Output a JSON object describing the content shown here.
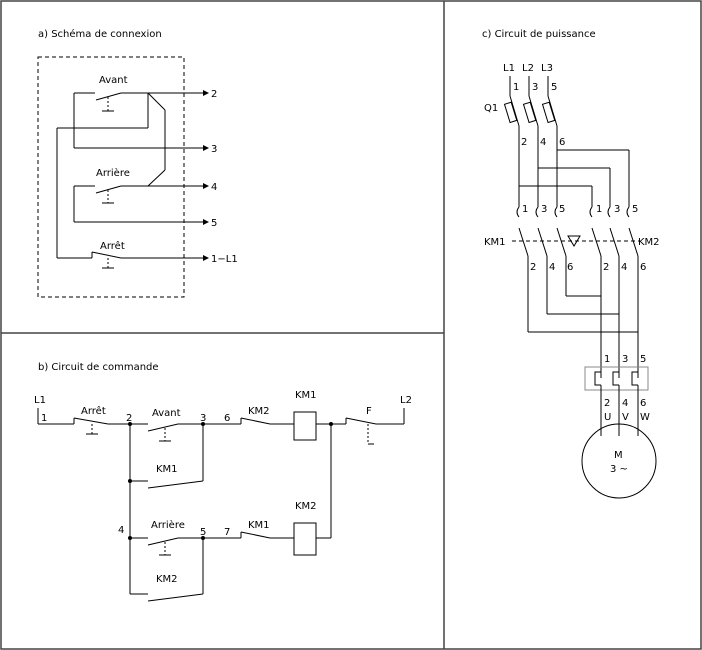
{
  "panels": {
    "a": {
      "title": "a) Schéma de connexion",
      "buttons": [
        "Avant",
        "Arrière",
        "Arrêt"
      ],
      "terminals": [
        "2",
        "3",
        "4",
        "5",
        "1−L1"
      ]
    },
    "b": {
      "title": "b) Circuit de commande",
      "supply": [
        "L1",
        "L2"
      ],
      "wires": [
        "1",
        "2",
        "3",
        "4",
        "5",
        "6",
        "7"
      ],
      "labels": {
        "stop": "Arrêt",
        "fwd": "Avant",
        "rev": "Arrière",
        "km1": "KM1",
        "km2": "KM2",
        "relay": "F"
      }
    },
    "c": {
      "title": "c) Circuit de puissance",
      "phases": [
        "L1",
        "L2",
        "L3"
      ],
      "breaker": "Q1",
      "contactors": [
        "KM1",
        "KM2"
      ],
      "terminal_numbers": [
        "1",
        "2",
        "3",
        "4",
        "5",
        "6"
      ],
      "motor_terminals": [
        "U",
        "V",
        "W"
      ],
      "motor": {
        "name": "M",
        "type": "3 ~"
      }
    }
  }
}
